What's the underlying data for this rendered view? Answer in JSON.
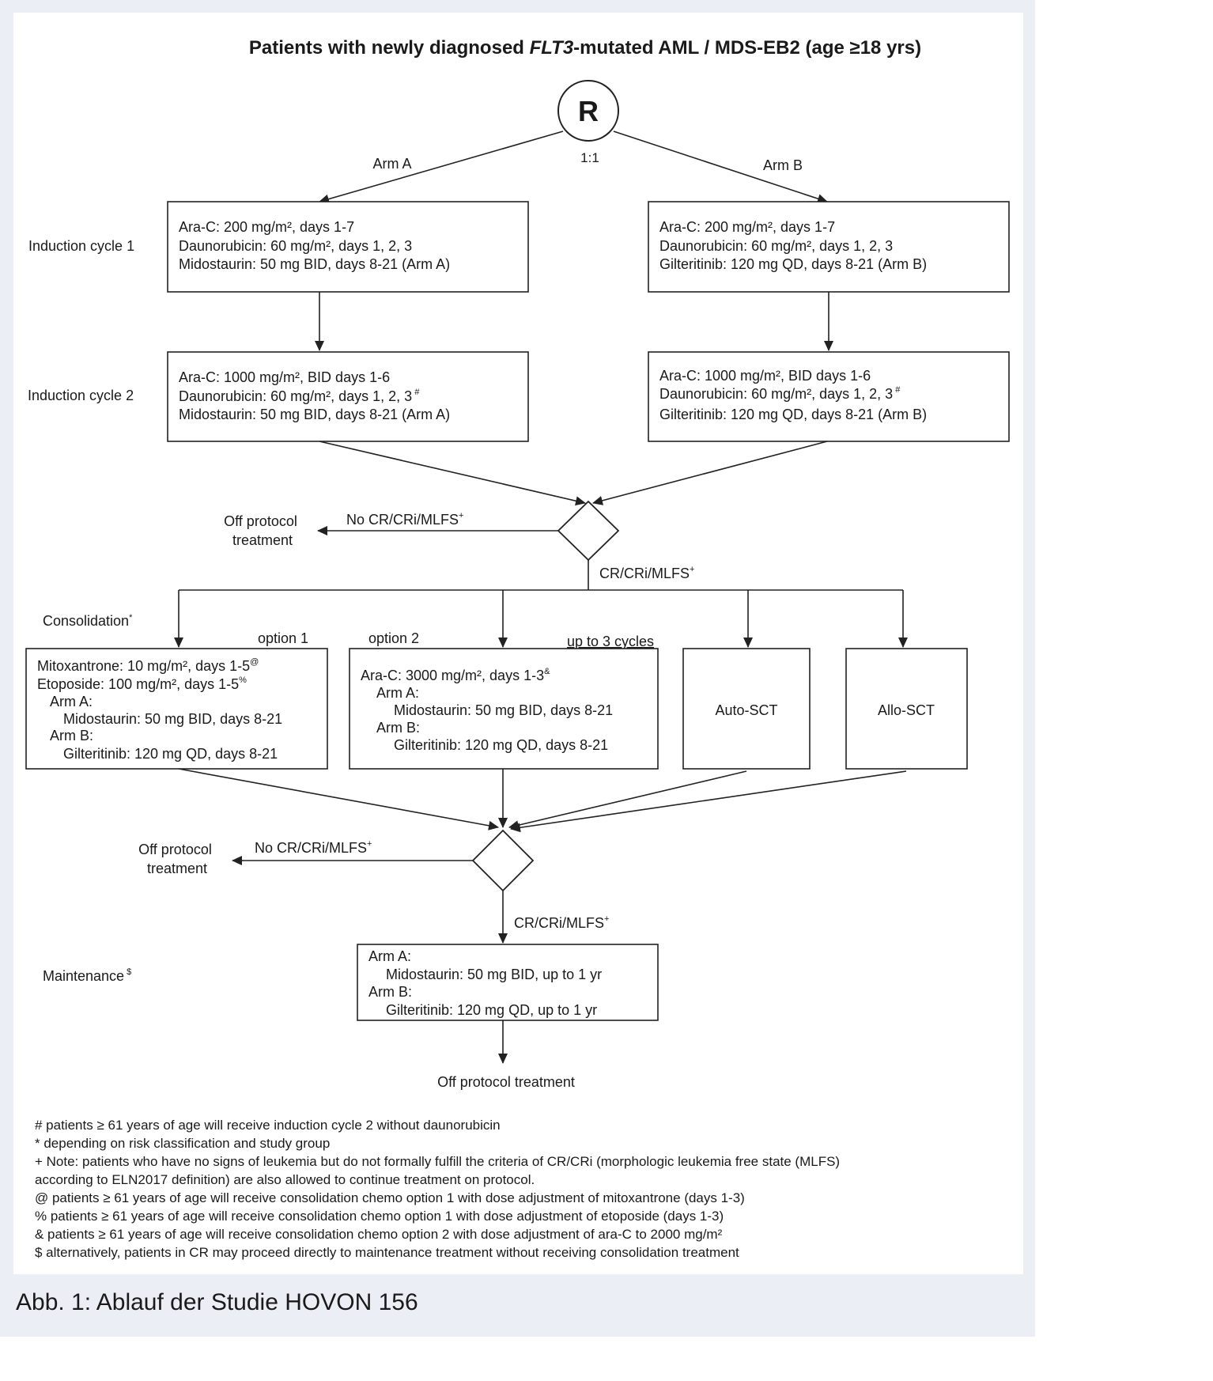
{
  "title": {
    "prefix": "Patients with newly diagnosed ",
    "italic": "FLT3",
    "suffix": "-mutated AML / MDS-EB2 (age ≥18 yrs)"
  },
  "randomization": {
    "symbol": "R",
    "ratio": "1:1",
    "arm_a": "Arm A",
    "arm_b": "Arm B"
  },
  "phases": {
    "induction1": "Induction cycle 1",
    "induction2": "Induction cycle 2",
    "consolidation": "Consolidation",
    "maintenance": "Maintenance"
  },
  "induction1": {
    "arm_a": [
      "Ara-C: 200 mg/m², days 1-7",
      "Daunorubicin: 60 mg/m², days 1, 2, 3",
      "Midostaurin: 50 mg BID, days 8-21 (Arm A)"
    ],
    "arm_b": [
      "Ara-C: 200 mg/m², days 1-7",
      "Daunorubicin: 60 mg/m², days 1, 2, 3",
      "Gilteritinib: 120 mg QD, days 8-21 (Arm B)"
    ]
  },
  "induction2": {
    "arm_a": [
      "Ara-C: 1000 mg/m², BID days 1-6",
      "Daunorubicin: 60 mg/m², days 1, 2, 3",
      "Midostaurin: 50 mg BID, days 8-21 (Arm A)"
    ],
    "arm_b": [
      "Ara-C: 1000 mg/m², BID days 1-6",
      "Daunorubicin: 60 mg/m², days 1, 2, 3",
      "Gilteritinib: 120 mg QD, days 8-21 (Arm B)"
    ]
  },
  "decision": {
    "no_response": "No CR/CRi/MLFS",
    "response": "CR/CRi/MLFS",
    "off_protocol": [
      "Off protocol",
      "treatment"
    ]
  },
  "consolidation": {
    "option1_label": "option 1",
    "option2_label": "option 2",
    "cycles_label": "up to 3 cycles",
    "option1": [
      "Mitoxantrone: 10 mg/m², days 1-5",
      "Etoposide: 100 mg/m², days 1-5",
      "Arm A:",
      "Midostaurin: 50 mg BID, days 8-21",
      "Arm B:",
      "Gilteritinib: 120 mg QD, days 8-21"
    ],
    "option2": [
      "Ara-C: 3000 mg/m², days 1-3",
      "Arm A:",
      "Midostaurin: 50 mg BID, days 8-21",
      "Arm B:",
      "Gilteritinib: 120 mg QD, days 8-21"
    ],
    "auto_sct": "Auto-SCT",
    "allo_sct": "Allo-SCT"
  },
  "maintenance": [
    "Arm A:",
    "Midostaurin: 50 mg BID, up to 1 yr",
    "Arm B:",
    "Gilteritinib: 120 mg QD, up to 1 yr"
  ],
  "final": "Off protocol treatment",
  "footnotes": [
    "# patients ≥ 61 years of age will receive induction cycle 2 without daunorubicin",
    "* depending on risk classification and study group",
    "+ Note: patients who have no signs of leukemia but do not formally fulfill the criteria of CR/CRi (morphologic leukemia free state (MLFS)",
    "according to ELN2017 definition) are also allowed to continue treatment on protocol.",
    "@ patients ≥ 61 years of age will receive consolidation chemo option 1 with dose adjustment of mitoxantrone (days 1-3)",
    "% patients ≥ 61 years of age will receive consolidation chemo option 1 with dose adjustment of etoposide (days 1-3)",
    "& patients ≥ 61 years of age will receive consolidation chemo option 2 with dose adjustment of ara-C to 2000 mg/m²",
    "$ alternatively, patients in CR may proceed directly to maintenance treatment without receiving consolidation treatment"
  ],
  "caption": "Abb. 1: Ablauf der Studie HOVON 156"
}
